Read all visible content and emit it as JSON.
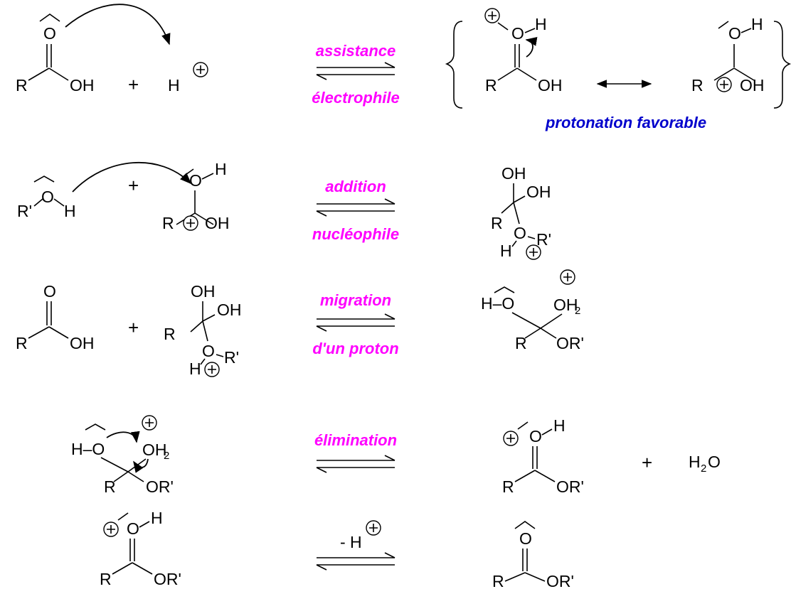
{
  "atoms": {
    "R": "R",
    "R_prime": "R'",
    "O": "O",
    "OH": "OH",
    "H": "H",
    "OR_prime": "OR'",
    "OH2_main": "OH",
    "sub2": "2",
    "H2O_main": "H",
    "H2O_tail": "O",
    "HO_dash": "H–O",
    "plus_sign": "+",
    "minus_H": "- H"
  },
  "steps": [
    {
      "label_top": "assistance",
      "label_bottom": "électrophile"
    },
    {
      "label_top": "addition",
      "label_bottom": "nucléophile"
    },
    {
      "label_top": "migration",
      "label_bottom": "d'un proton"
    },
    {
      "label_top": "élimination"
    },
    {
      "label_top": "- H"
    }
  ],
  "note": "protonation favorable",
  "colors": {
    "label": "#ff00ff",
    "note": "#0000cc",
    "ink": "#000000"
  }
}
